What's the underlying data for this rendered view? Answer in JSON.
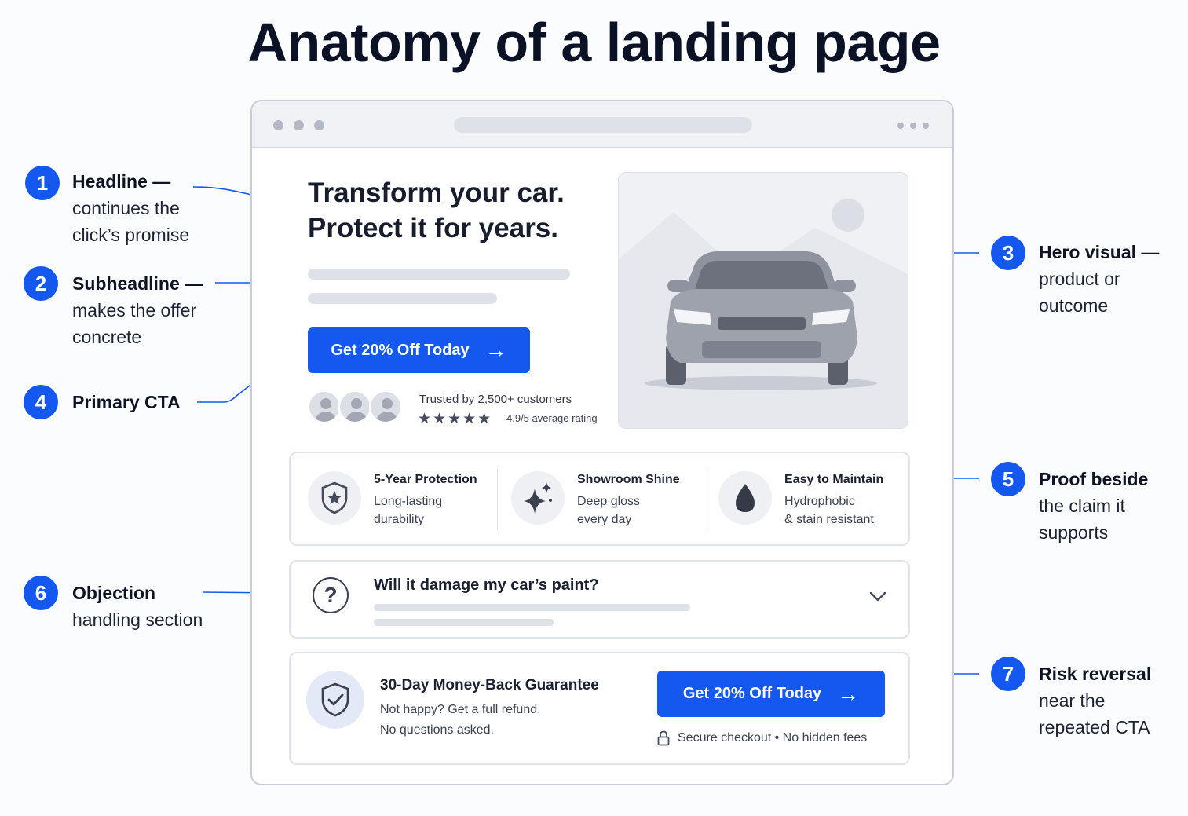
{
  "title": "Anatomy of a landing page",
  "callouts": [
    {
      "number": "1",
      "label": "Headline —",
      "line2": "continues the",
      "line3": "click’s promise"
    },
    {
      "number": "2",
      "label": "Subheadline —",
      "line2": "makes the offer",
      "line3": "concrete"
    },
    {
      "number": "3",
      "label": "Hero visual —",
      "line2": "product or",
      "line3": "outcome"
    },
    {
      "number": "4",
      "label": "Primary CTA"
    },
    {
      "number": "5",
      "label": "Proof beside",
      "line2": "the claim it",
      "line3": "supports"
    },
    {
      "number": "6",
      "label": "Objection",
      "line2": "handling section"
    },
    {
      "number": "7",
      "label": "Risk reversal",
      "line2": "near the",
      "line3": "repeated CTA"
    }
  ],
  "mockup": {
    "hero_headline": "Transform your car.\nProtect it for years.",
    "cta_label": "Get 20% Off Today",
    "trust_text": "Trusted by 2,500+ customers",
    "stars": "★★★★★",
    "rating_text": "4.9/5 average rating",
    "features": [
      {
        "title": "5-Year Protection",
        "desc": "Long-lasting\ndurability",
        "icon": "shield-star-icon"
      },
      {
        "title": "Showroom Shine",
        "desc": "Deep gloss\nevery day",
        "icon": "sparkle-icon"
      },
      {
        "title": "Easy to Maintain",
        "desc": "Hydrophobic\n& stain resistant",
        "icon": "water-drop-icon"
      }
    ],
    "faq_question": "Will it damage my car’s paint?",
    "guarantee_title": "30-Day Money-Back Guarantee",
    "guarantee_desc": "Not happy? Get a full refund.\nNo questions asked.",
    "secure_text": "Secure checkout • No hidden fees"
  },
  "colors": {
    "accent": "#1558f0",
    "title": "#0b1226",
    "placeholder": "#dfe1e8"
  }
}
